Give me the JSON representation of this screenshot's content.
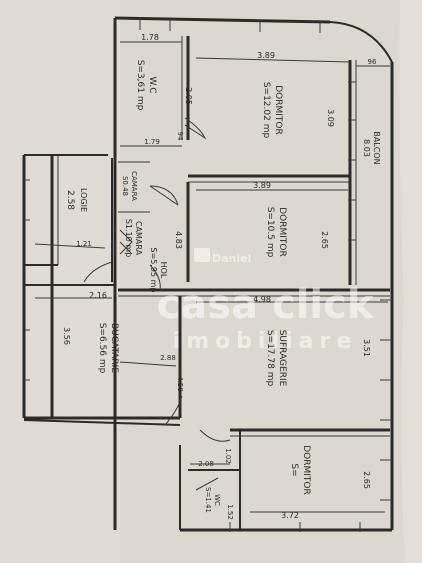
{
  "rooms": {
    "wc": {
      "name": "W.C",
      "area": "S=3,61 mp"
    },
    "dormitor1": {
      "name": "DORMITOR",
      "area": "S=12.02 mp"
    },
    "balcon": {
      "name": "BALCON",
      "area": "8.03"
    },
    "dormitor2": {
      "name": "DORMITOR",
      "area": "S=10.5 mp"
    },
    "camara1": {
      "name": "CAMARA",
      "area": "S0.48"
    },
    "camara2": {
      "name": "CAMARA",
      "area": "S1.10 mp"
    },
    "logie": {
      "name": "LOGIE",
      "area": "2.58"
    },
    "hol": {
      "name": "HOL",
      "area": "S=5.95 mp"
    },
    "bucatarie": {
      "name": "BUCATARIE",
      "area": "S=6.56 mp"
    },
    "sufragerie": {
      "name": "SUFRAGERIE",
      "area": "S=17.78 mp"
    },
    "dormitor3": {
      "name": "DORMITOR",
      "area": "S="
    },
    "wc2": {
      "name": "WC",
      "area": "S=1.41"
    }
  },
  "dimensions": {
    "d1": "1.78",
    "d2": "3.89",
    "d3": "96",
    "d4": "2.05",
    "d5": "3.09",
    "d6": "1.79",
    "d7": "3.89",
    "d8": "94",
    "d9": "2.65",
    "d10": "4.83",
    "d11": "1.21",
    "d12": "2.16",
    "d13": "4.98",
    "d14": "3.51",
    "d15": "3.56",
    "d16": "2.88",
    "d17": "4.58",
    "d18": "2.08",
    "d19": "1.02",
    "d20": "2.65",
    "d21": "3.72",
    "d22": "1.52"
  },
  "watermark": {
    "agent": "Daniel",
    "brand": "casa click",
    "sub": "imobiliare",
    "color": "#ffffff"
  }
}
